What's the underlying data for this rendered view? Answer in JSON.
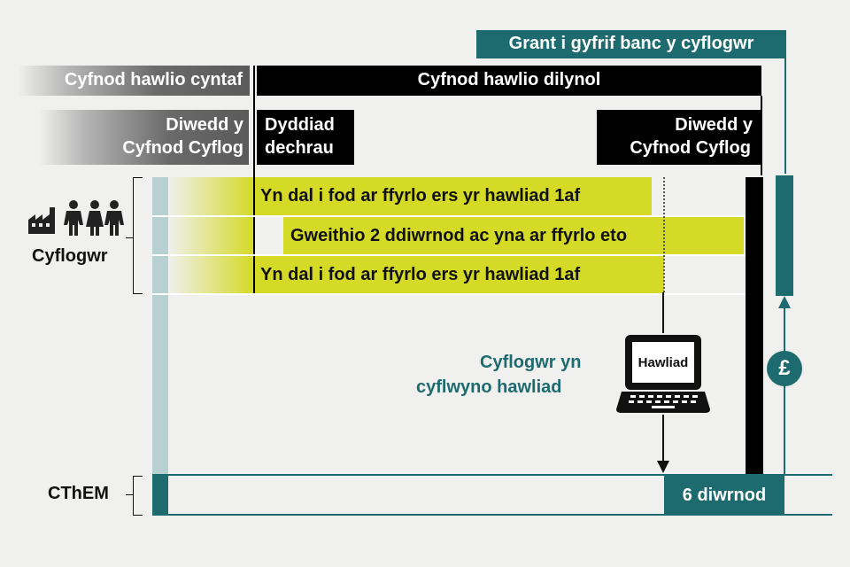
{
  "headers": {
    "first_claim_period": "Cyfnod hawlio cyntaf",
    "next_claim_period": "Cyfnod hawlio dilynol",
    "grant": "Grant i gyfrif banc y cyflogwr"
  },
  "boxes": {
    "end_pay_period_left": [
      "Diwedd y",
      "Cyfnod Cyflog"
    ],
    "start_date": [
      "Dyddiad",
      "dechrau"
    ],
    "end_pay_period_right": [
      "Diwedd y",
      "Cyfnod Cyflog"
    ]
  },
  "rows": [
    "Yn dal i fod ar ffyrlo ers yr hawliad 1af",
    "Gweithio 2 ddiwrnod ac yna ar ffyrlo eto",
    "Yn dal i fod ar ffyrlo ers yr hawliad 1af"
  ],
  "labels": {
    "employer": "Cyflogwr",
    "hmrc": "CThEM",
    "employer_submits": [
      "Cyflogwr yn",
      "cyflwyno hawliad"
    ],
    "laptop_screen": "Hawliad",
    "six_days": "6 diwrnod",
    "pound": "£"
  },
  "icons": [
    "factory-icon",
    "person-icon",
    "person-icon",
    "person-icon",
    "laptop-icon",
    "pound-icon",
    "arrow-icon"
  ],
  "colors": {
    "teal": "#1e6b6f",
    "yellow": "#d5da27",
    "light_blue": "#b7d0d2",
    "black": "#000000"
  }
}
